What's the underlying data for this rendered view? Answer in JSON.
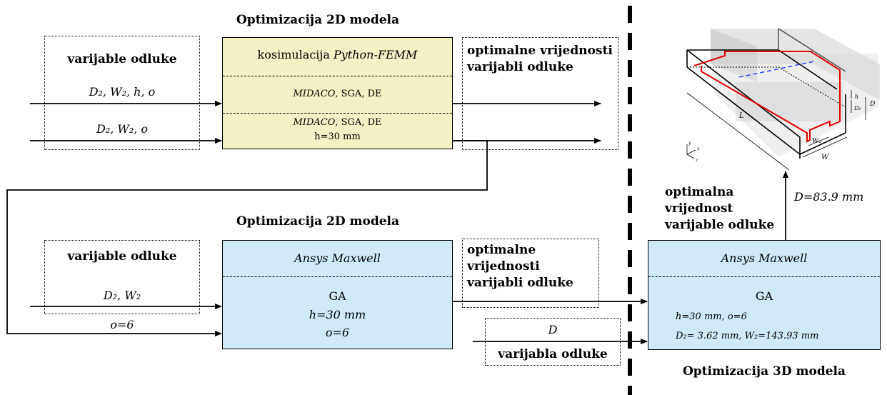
{
  "top": {
    "title": "Optimizacija 2D modela",
    "vars_label": "varijable odluke",
    "input1": "D₂, W₂, h, o",
    "input2": "D₂, W₂, o",
    "box_header_pre": "kosimulacija ",
    "box_header_it": "Python-FEMM",
    "row1_it": "MIDACO",
    "row1_rest": ", SGA, DE",
    "row2_it": "MIDACO",
    "row2_rest": ", SGA, DE",
    "row2_sub": "h=30 mm",
    "output_label": "optimalne vrijednosti varijabli odluke"
  },
  "middle": {
    "title": "Optimizacija 2D modela",
    "vars_label": "varijable odluke",
    "input1": "D₂, W₂",
    "input2": "o=6",
    "box_header": "Ansys Maxwell",
    "algo": "GA",
    "line1": "h=30 mm",
    "line2": "o=6",
    "output_label": "optimalne vrijednosti varijabli odluke"
  },
  "right": {
    "title": "Optimizacija 3D modela",
    "box_header": "Ansys Maxwell",
    "algo": "GA",
    "line1": "h=30 mm, o=6",
    "line2": "D₂= 3.62 mm, W₂=143.93 mm",
    "input_var": "D",
    "input_label": "varijabla odluke",
    "output_label": "optimalna vrijednost varijable odluke",
    "output_value": "D=83.9 mm"
  },
  "figure": {
    "labels": {
      "L": "L",
      "W": "W",
      "W2": "W₂",
      "D": "D",
      "D2": "D₂",
      "h": "h",
      "axis_y": "y",
      "axis_x": "x",
      "axis_z": "z"
    }
  }
}
